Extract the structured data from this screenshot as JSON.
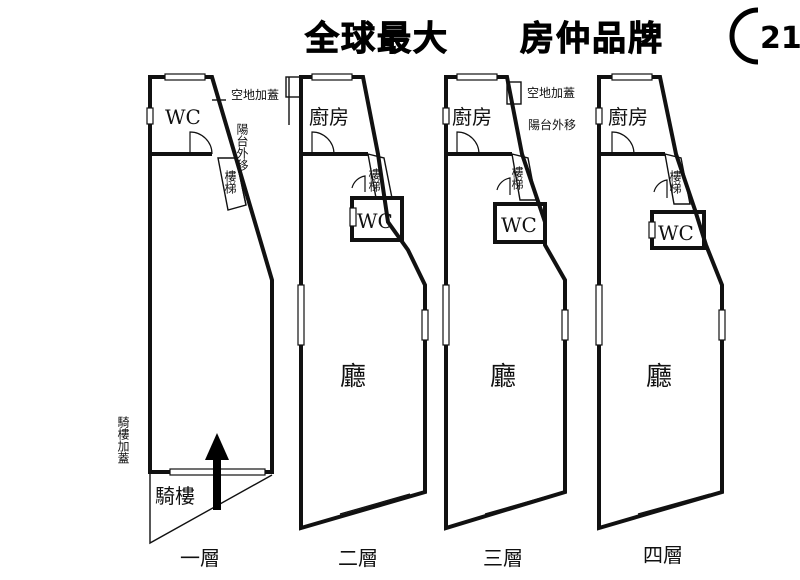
{
  "header": {
    "title_left": "全球最大",
    "title_right": "房仲品牌",
    "logo_number": "21"
  },
  "floors": [
    {
      "name": "一層",
      "rooms": {
        "wc": "WC",
        "stairs": "樓梯",
        "arcade": "騎樓"
      },
      "notes": {
        "open_space": "空地加蓋",
        "balcony": "陽台外移",
        "arcade_cover": "騎樓加蓋"
      }
    },
    {
      "name": "二層",
      "rooms": {
        "kitchen": "廚房",
        "stairs": "樓梯",
        "wc": "WC",
        "hall": "廳"
      }
    },
    {
      "name": "三層",
      "rooms": {
        "kitchen": "廚房",
        "stairs": "樓梯",
        "wc": "WC",
        "hall": "廳"
      },
      "notes": {
        "open_space": "空地加蓋"
      }
    },
    {
      "name": "四層",
      "rooms": {
        "kitchen": "廚房",
        "stairs": "樓梯",
        "wc": "WC",
        "hall": "廳"
      },
      "notes": {
        "balcony": "陽台外移"
      }
    }
  ],
  "colors": {
    "line": "#111111",
    "background": "#ffffff"
  },
  "icons": {
    "entrance": "up-arrow-icon",
    "logo": "century21-logo"
  }
}
